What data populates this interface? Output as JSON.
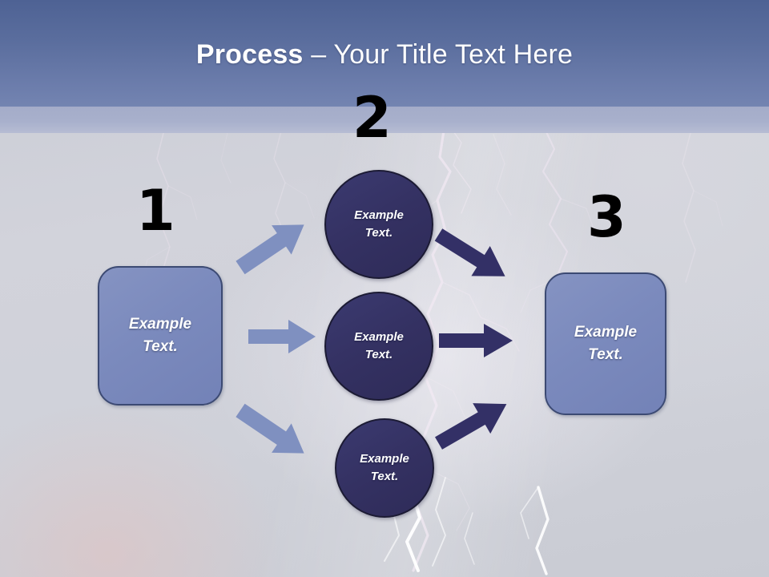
{
  "slide": {
    "title_bold": "Process",
    "title_rest": " – Your Title Text Here",
    "background_description": "lightning-storm-photo"
  },
  "theme": {
    "header_dark_blue": "#5b6e9e",
    "header_light_band": "#a8b0cc",
    "box_fill": "#7b8abd",
    "box_border": "#3c4a73",
    "circle_fill": "#343162",
    "circle_border": "#1c1b34",
    "arrow_light": "#7f90c0",
    "arrow_dark": "#333066",
    "number_color": "#000000",
    "label_color": "#ffffff",
    "background_base": "#cdd0d8"
  },
  "steps": [
    {
      "number": "1"
    },
    {
      "number": "2"
    },
    {
      "number": "3"
    }
  ],
  "nodes": {
    "left_box": {
      "line1": "Example",
      "line2": "Text."
    },
    "circle_top": {
      "line1": "Example",
      "line2": "Text."
    },
    "circle_middle": {
      "line1": "Example",
      "line2": "Text."
    },
    "circle_bottom": {
      "line1": "Example",
      "line2": "Text."
    },
    "right_box": {
      "line1": "Example",
      "line2": "Text."
    }
  },
  "arrows": [
    {
      "name": "left-to-top-circle",
      "style": "light",
      "direction": "up-right"
    },
    {
      "name": "left-to-middle-circle",
      "style": "light",
      "direction": "right"
    },
    {
      "name": "left-to-bottom-circle",
      "style": "light",
      "direction": "down-right"
    },
    {
      "name": "top-circle-to-right",
      "style": "dark",
      "direction": "down-right"
    },
    {
      "name": "middle-circle-to-right",
      "style": "dark",
      "direction": "right"
    },
    {
      "name": "bottom-circle-to-right",
      "style": "dark",
      "direction": "up-right"
    }
  ]
}
